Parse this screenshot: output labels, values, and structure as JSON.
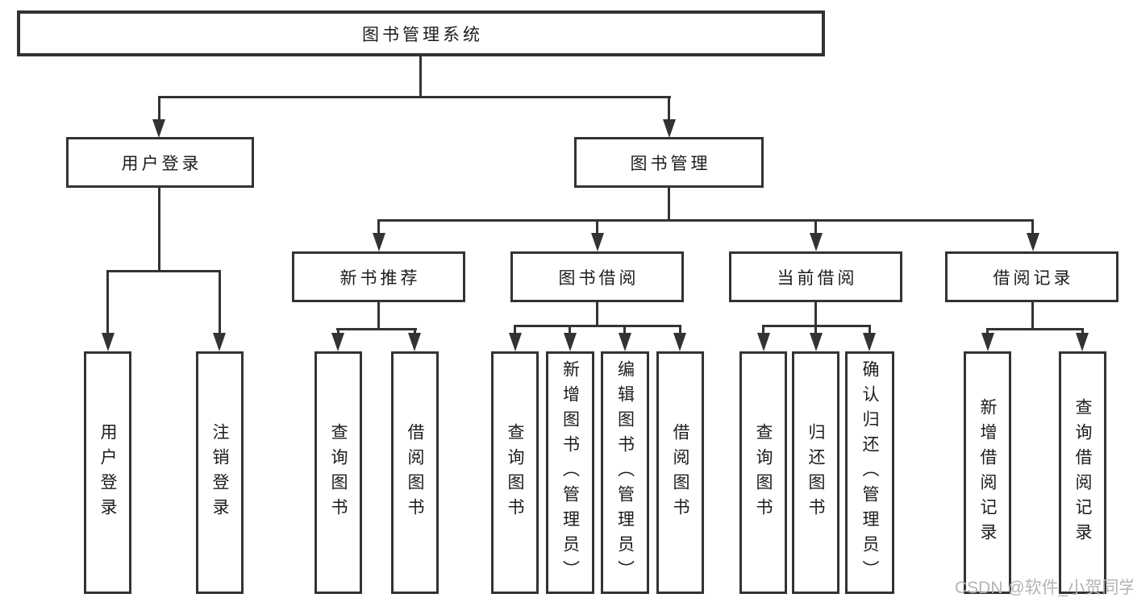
{
  "tree": {
    "root": {
      "label": "图书管理系统"
    },
    "branches": [
      {
        "label": "用户登录",
        "leaves": [
          {
            "label": "用户登录"
          },
          {
            "label": "注销登录"
          }
        ]
      },
      {
        "label": "图书管理",
        "children": [
          {
            "label": "新书推荐",
            "leaves": [
              {
                "label": "查询图书"
              },
              {
                "label": "借阅图书"
              }
            ]
          },
          {
            "label": "图书借阅",
            "leaves": [
              {
                "label": "查询图书"
              },
              {
                "label": "新增图书（管理员）"
              },
              {
                "label": "编辑图书（管理员）"
              },
              {
                "label": "借阅图书"
              }
            ]
          },
          {
            "label": "当前借阅",
            "leaves": [
              {
                "label": "查询图书"
              },
              {
                "label": "归还图书"
              },
              {
                "label": "确认归还（管理员）"
              }
            ]
          },
          {
            "label": "借阅记录",
            "leaves": [
              {
                "label": "新增借阅记录"
              },
              {
                "label": "查询借阅记录"
              }
            ]
          }
        ]
      }
    ]
  },
  "watermark": {
    "text": "CSDN @软件_小贺同学"
  },
  "colors": {
    "line": "#333333",
    "text": "#1c1c1c",
    "watermark": "#b4b4b4",
    "background": "#ffffff"
  }
}
